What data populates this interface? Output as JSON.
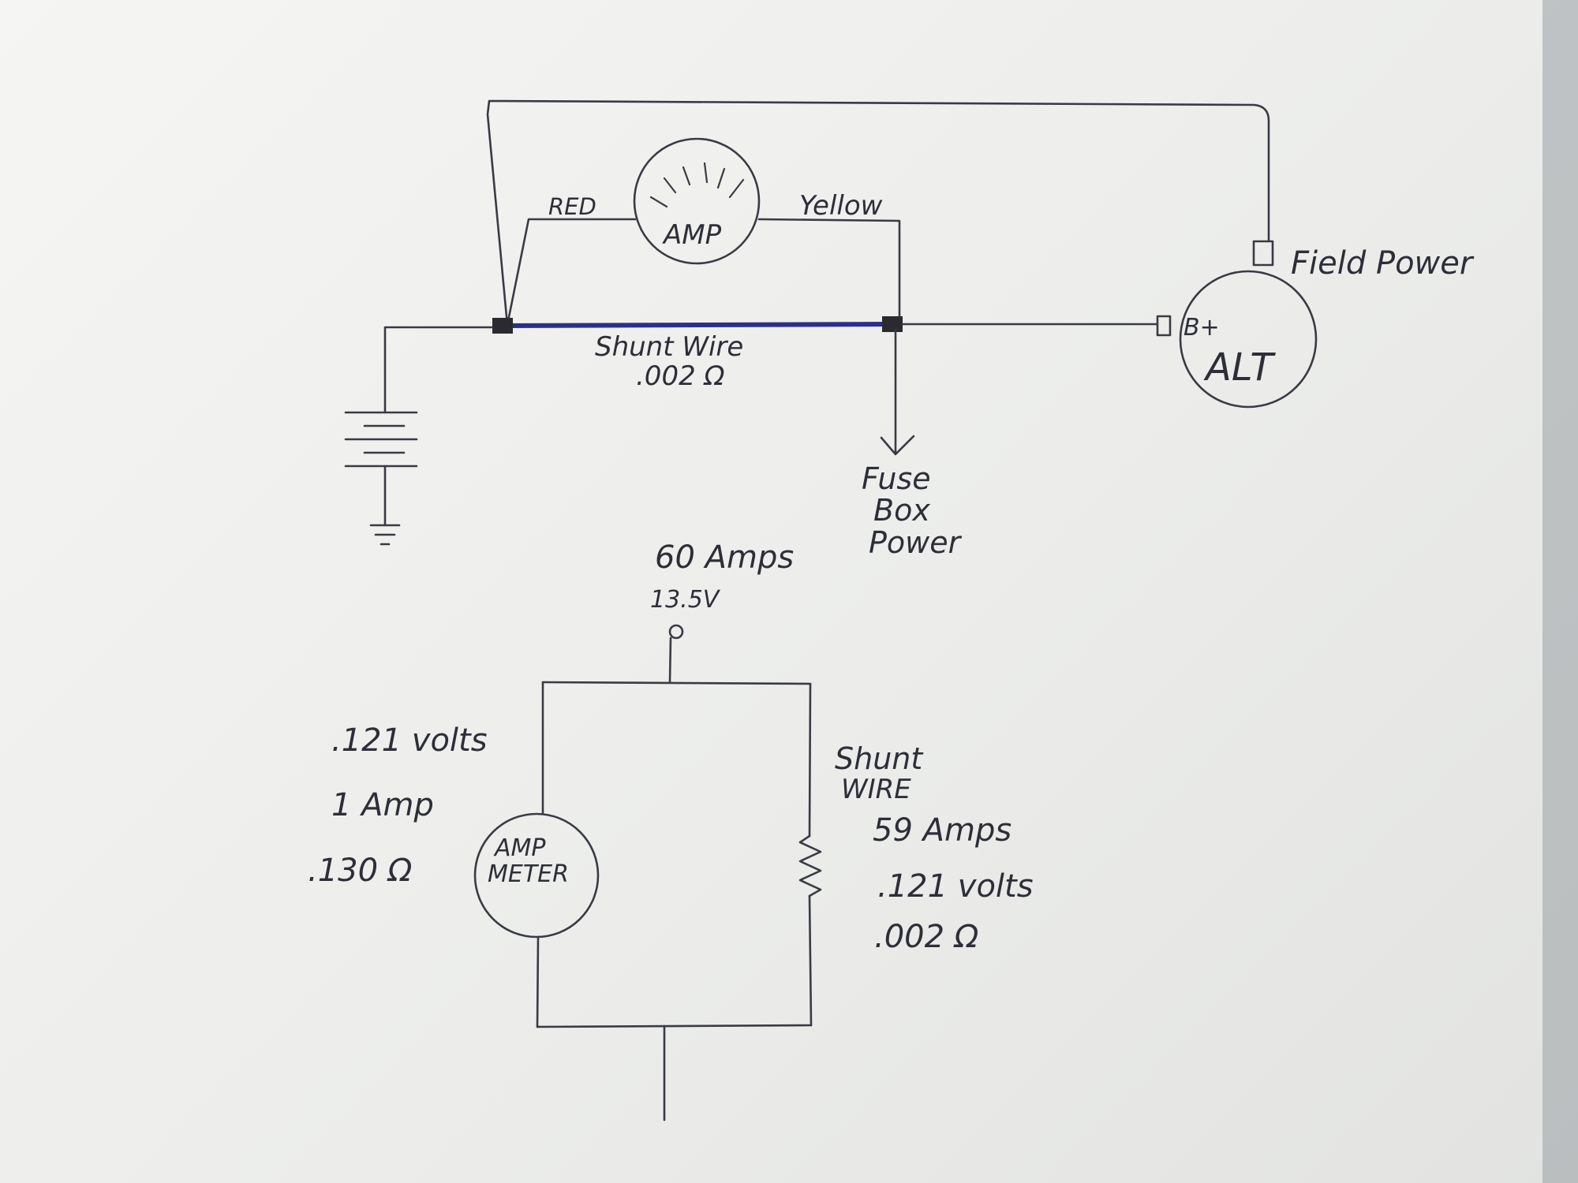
{
  "labels": {
    "red": "RED",
    "amp": "AMP",
    "yellow": "Yellow",
    "field_power": "Field Power",
    "b_plus": "B+",
    "alt": "ALT",
    "shunt_wire": "Shunt Wire",
    "shunt_resistance": ".002 Ω",
    "fuse": "Fuse",
    "box": "Box",
    "power": "Power",
    "total_amps": "60 Amps",
    "total_volts": "13.5V",
    "meter_volts": ".121 volts",
    "meter_amps": "1 Amp",
    "meter_ohms": ".130 Ω",
    "amp_meter_line1": "AMP",
    "amp_meter_line2": "METER",
    "shunt_line1": "Shunt",
    "shunt_line2": "WIRE",
    "shunt_amps": "59 Amps",
    "shunt_volts": ".121 volts",
    "shunt_ohms": ".002 Ω"
  },
  "colors": {
    "paper": "#eeeeec",
    "ink": "#3a3a44",
    "shunt": "#2b2f8c"
  }
}
